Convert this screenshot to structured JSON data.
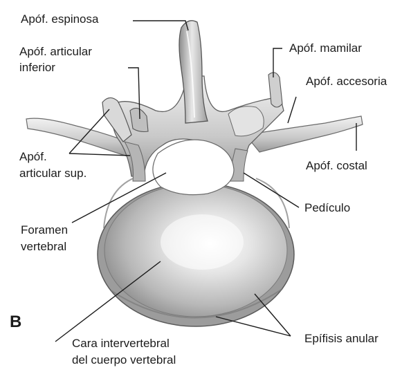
{
  "figure_letter": "B",
  "labels": {
    "apof_espinosa": "Apóf. espinosa",
    "apof_articular_inferior_1": "Apóf. articular",
    "apof_articular_inferior_2": "inferior",
    "apof_mamilar": "Apóf. mamilar",
    "apof_accesoria": "Apóf. accesoria",
    "apof_articular_sup_1": "Apóf.",
    "apof_articular_sup_2": "articular sup.",
    "apof_costal": "Apóf. costal",
    "pediculo": "Pedículo",
    "foramen_vertebral_1": "Foramen",
    "foramen_vertebral_2": "vertebral",
    "cara_intervertebral_1": "Cara intervertebral",
    "cara_intervertebral_2": "del cuerpo vertebral",
    "epifisis_anular": "Epífisis anular"
  }
}
